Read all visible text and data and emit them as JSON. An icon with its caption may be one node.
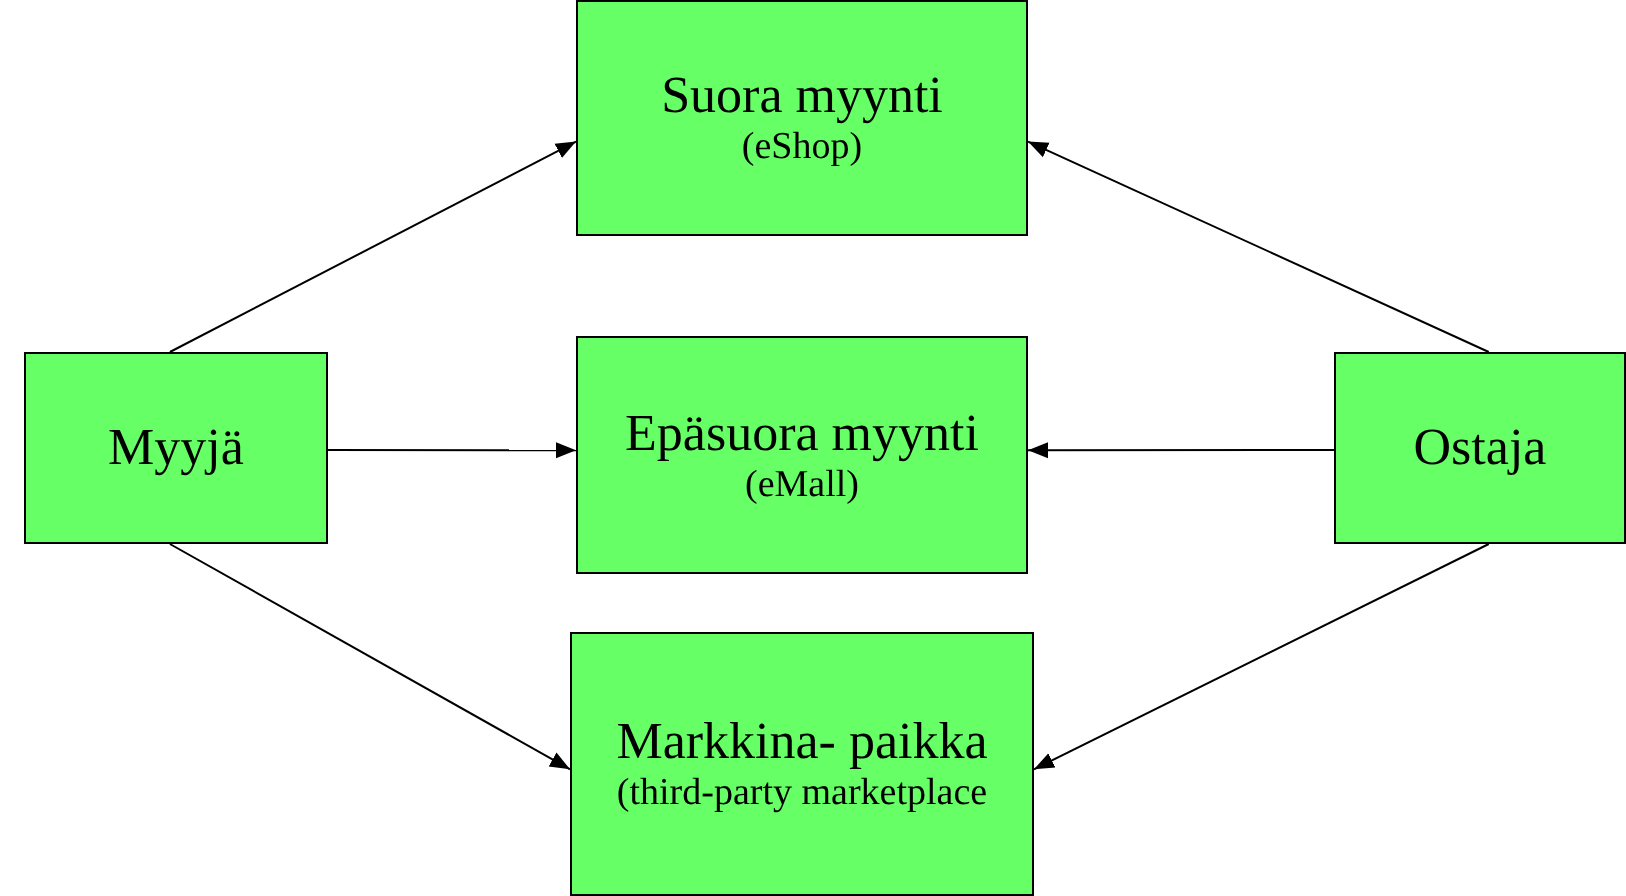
{
  "diagram": {
    "nodes": [
      {
        "text": [
          "Myyjä"
        ]
      },
      {
        "text": [
          "Suora myynti",
          "(eShop)"
        ]
      },
      {
        "text": [
          "Epäsuora myynti",
          "(eMall)"
        ]
      },
      {
        "text": [
          "Markkina- paikka",
          "(third-party marketplace"
        ]
      },
      {
        "text": [
          "Ostaja"
        ]
      }
    ],
    "edges": [
      {
        "from": 0,
        "to": 1,
        "arrow": "to"
      },
      {
        "from": 0,
        "to": 2,
        "arrow": "to"
      },
      {
        "from": 0,
        "to": 3,
        "arrow": "to"
      },
      {
        "from": 4,
        "to": 1,
        "arrow": "to"
      },
      {
        "from": 4,
        "to": 2,
        "arrow": "to"
      },
      {
        "from": 4,
        "to": 3,
        "arrow": "to"
      }
    ]
  }
}
